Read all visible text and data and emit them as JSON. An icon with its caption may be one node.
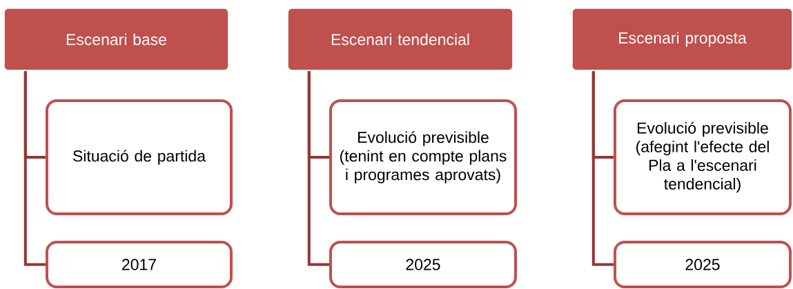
{
  "diagram": {
    "nodes": [
      {
        "text": [
          "Escenari base"
        ]
      },
      {
        "text": [
          "Situació de partida"
        ]
      },
      {
        "text": [
          "2017"
        ]
      },
      {
        "text": [
          "Escenari tendencial"
        ]
      },
      {
        "text": [
          "Evolució previsible (tenint en compte plans i programes aprovats)"
        ]
      },
      {
        "text": [
          "2025"
        ]
      },
      {
        "text": [
          "Escenari proposta"
        ]
      },
      {
        "text": [
          "Evolució previsible (afegint l'efecte del Pla a l'escenari tendencial)"
        ]
      },
      {
        "text": [
          "2025"
        ]
      }
    ],
    "edges": [
      {
        "from": 0,
        "to": 1,
        "arrow": "none"
      },
      {
        "from": 0,
        "to": 2,
        "arrow": "none"
      },
      {
        "from": 3,
        "to": 4,
        "arrow": "none"
      },
      {
        "from": 3,
        "to": 5,
        "arrow": "none"
      },
      {
        "from": 6,
        "to": 7,
        "arrow": "none"
      },
      {
        "from": 6,
        "to": 8,
        "arrow": "none"
      }
    ]
  }
}
